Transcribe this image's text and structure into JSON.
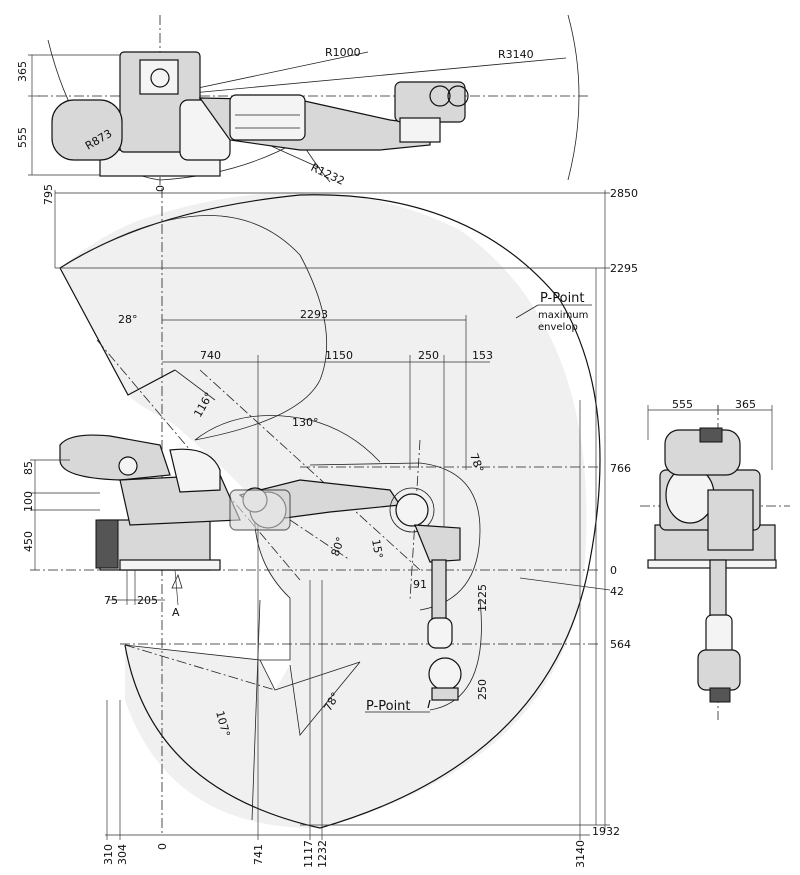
{
  "labels": {
    "p_point_envelope": "P-Point",
    "maximum": "maximum",
    "envelop": "envelop",
    "p_point_wrist": "P-Point",
    "section_a": "A"
  },
  "top_view": {
    "radius_1000": "R1000",
    "radius_3140": "R3140",
    "radius_873": "R873",
    "radius_1232": "R1232",
    "dim_365": "365",
    "dim_555": "555",
    "zero": "0"
  },
  "side_view": {
    "right_heights": {
      "h2850": "2850",
      "h2295": "2295",
      "h766": "766",
      "h0": "0",
      "h42": "42",
      "h564": "564",
      "h1932": "1932"
    },
    "left_heights": {
      "h795": "795",
      "h85": "85",
      "h100": "100",
      "h450": "450"
    },
    "reach": {
      "r2293": "2293",
      "r740": "740",
      "r1150": "1150",
      "r250": "250",
      "r153": "153",
      "r91": "91",
      "r1225": "1225",
      "r250b": "250",
      "r75": "75",
      "r205": "205"
    },
    "angles": {
      "a28": "28°",
      "a116": "116°",
      "a130": "130°",
      "a78": "78°",
      "a80": "80°",
      "a15": "15°",
      "a107": "107°",
      "a78b": "78°"
    },
    "bottom": {
      "b310": "310",
      "b304": "304",
      "b0": "0",
      "b741": "741",
      "b1117": "1117",
      "b1232": "1232",
      "b3140": "3140"
    }
  },
  "front_view": {
    "dim_555": "555",
    "dim_365": "365"
  }
}
